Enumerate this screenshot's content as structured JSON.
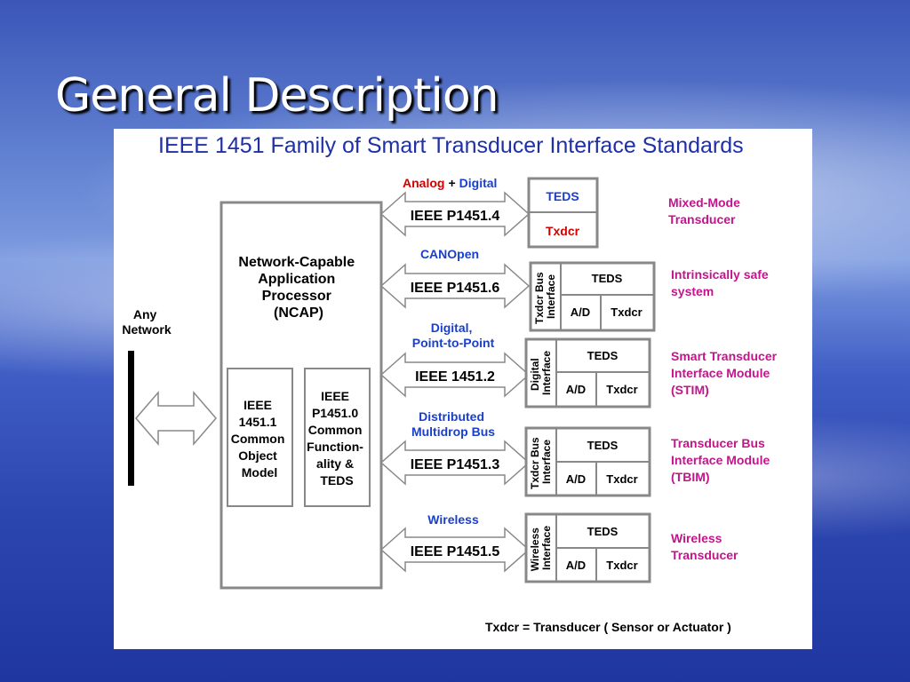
{
  "slide": {
    "title": "General Description"
  },
  "diagram": {
    "title": "IEEE 1451 Family of Smart Transducer Interface Standards",
    "any_network": [
      "Any",
      "Network"
    ],
    "ncap": {
      "label": [
        "Network-Capable",
        "Application",
        "Processor",
        "(NCAP)"
      ],
      "object_model": [
        "IEEE",
        "1451.1",
        "Common",
        "Object",
        "Model"
      ],
      "common_func": [
        "IEEE",
        "P1451.0",
        "Common",
        "Function-",
        "ality &",
        "TEDS"
      ]
    },
    "p14514": {
      "link_analog": "Analog",
      "link_plus": "+",
      "link_digital": "Digital",
      "arrow": "IEEE P1451.4",
      "teds": "TEDS",
      "txdcr": "Txdcr",
      "device": [
        "Mixed-Mode",
        "Transducer"
      ]
    },
    "p14516": {
      "link": "CANOpen",
      "arrow": "IEEE P1451.6",
      "iface": [
        "Txdcr Bus",
        "Interface"
      ],
      "teds": "TEDS",
      "ad": "A/D",
      "txdcr": "Txdcr",
      "device": [
        "Intrinsically safe",
        "system"
      ]
    },
    "p14512": {
      "link": [
        "Digital,",
        "Point-to-Point"
      ],
      "arrow": "IEEE 1451.2",
      "iface": [
        "Digital",
        "Interface"
      ],
      "teds": "TEDS",
      "ad": "A/D",
      "txdcr": "Txdcr",
      "device": [
        "Smart Transducer",
        "Interface Module",
        "(STIM)"
      ]
    },
    "p14513": {
      "link": [
        "Distributed",
        "Multidrop Bus"
      ],
      "arrow": "IEEE P1451.3",
      "iface": [
        "Txdcr Bus",
        "Interface"
      ],
      "teds": "TEDS",
      "ad": "A/D",
      "txdcr": "Txdcr",
      "device": [
        "Transducer Bus",
        "Interface Module",
        "(TBIM)"
      ]
    },
    "p14515": {
      "link": "Wireless",
      "arrow": "IEEE P1451.5",
      "iface": [
        "Wireless",
        "Interface"
      ],
      "teds": "TEDS",
      "ad": "A/D",
      "txdcr": "Txdcr",
      "device": [
        "Wireless",
        "Transducer"
      ]
    },
    "footnote": "Txdcr = Transducer ( Sensor or Actuator )",
    "colors": {
      "title": "#1f2fa8",
      "link": "#1a3fc8",
      "analog": "#d40000",
      "device": "#c4148c",
      "box": "#888888"
    }
  }
}
